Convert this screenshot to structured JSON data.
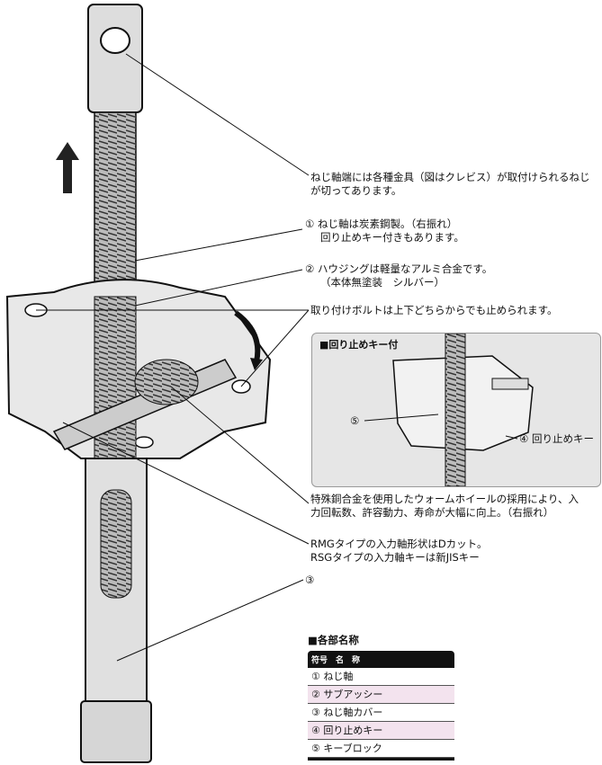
{
  "callouts": {
    "clevis": [
      "ねじ軸端には各種金具（図はクレビス）が取付けられるねじ",
      "が切ってあります。"
    ],
    "screw": [
      "① ねじ軸は炭素鋼製。（右振れ）",
      "回り止めキー付きもあります。"
    ],
    "housing": [
      "② ハウジングは軽量なアルミ合金です。",
      "（本体無塗装　シルバー）"
    ],
    "bolt": "取り付けボルトは上下どちらからでも止められます。",
    "worm": [
      "特殊銅合金を使用したウォームホイールの採用により、入",
      "力回転数、許容動力、寿命が大幅に向上。（右振れ）"
    ],
    "input": [
      "RMGタイプの入力軸形状はDカット。",
      "RSGタイプの入力軸キーは新JISキー"
    ],
    "cover": "③"
  },
  "inset": {
    "title": "■回り止めキー付",
    "label5": "⑤",
    "label4": "④ 回り止めキー"
  },
  "parts": {
    "title": "■各部名称",
    "header": "符号　名　称",
    "rows": [
      "① ねじ軸",
      "② サブアッシー",
      "③ ねじ軸カバー",
      "④ 回り止めキー",
      "⑤ キーブロック"
    ]
  }
}
